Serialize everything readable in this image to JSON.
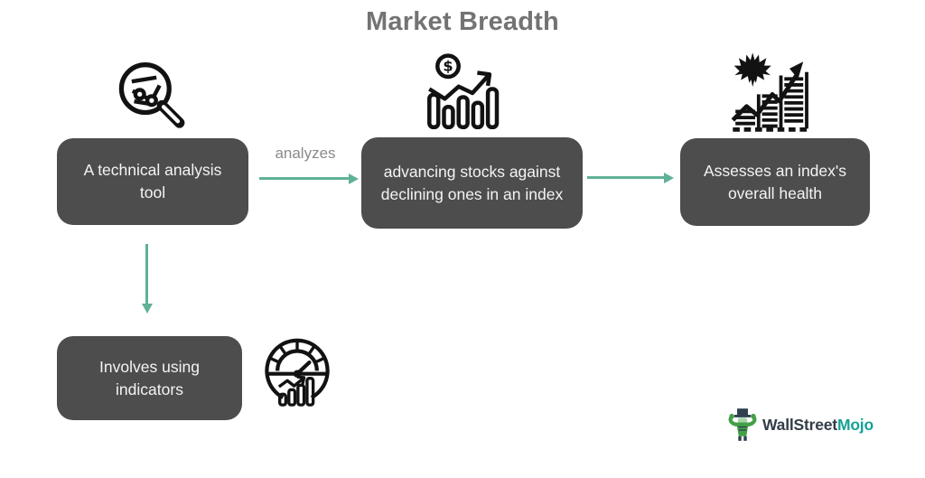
{
  "title": "Market Breadth",
  "colors": {
    "accent": "#5fb198",
    "box_bg": "#4d4d4d",
    "box_text": "#f4f4f4",
    "title_text": "#737373",
    "label_text": "#8a8a8a",
    "icon_stroke": "#121212",
    "logo_dark": "#323d47",
    "logo_accent": "#16a296",
    "logo_green": "#43a047"
  },
  "flow": {
    "step1": {
      "label": "A technical analysis tool",
      "icon": "magnifier-chart-icon"
    },
    "connector1_label": "analyzes",
    "step2": {
      "label": "advancing stocks against declining ones in an index",
      "icon": "dollar-bar-chart-icon",
      "dollar_glyph": "$"
    },
    "step3": {
      "label": "Assesses an index's overall health",
      "icon": "leaf-growth-chart-icon"
    },
    "step4": {
      "label": "Involves using indicators",
      "icon": "gauge-chart-icon"
    }
  },
  "logo": {
    "wordmark_primary": "WallStreet",
    "wordmark_accent": "Mojo",
    "mascot": "bull-mascot-icon"
  }
}
